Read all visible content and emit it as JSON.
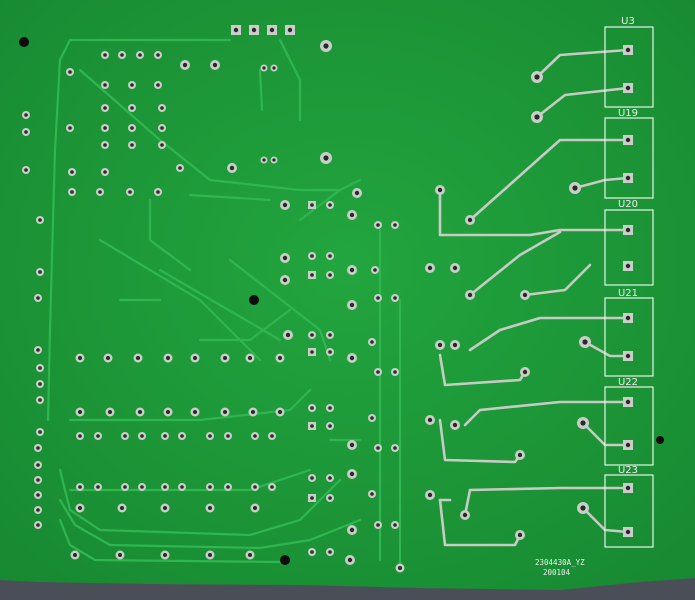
{
  "board": {
    "colors": {
      "background": "#4a4f57",
      "board": "#1f9a3a",
      "board_edge": "#17802f",
      "trace": "#2fb650",
      "pad_ring": "#c9cfc8",
      "drill": "#2a2a2a",
      "silkscreen": "#e9f2ea"
    },
    "connector_labels": [
      "U3",
      "U19",
      "U20",
      "U21",
      "U22",
      "U23"
    ],
    "part_number": "2304430A_YZ",
    "date_code": "200104"
  }
}
